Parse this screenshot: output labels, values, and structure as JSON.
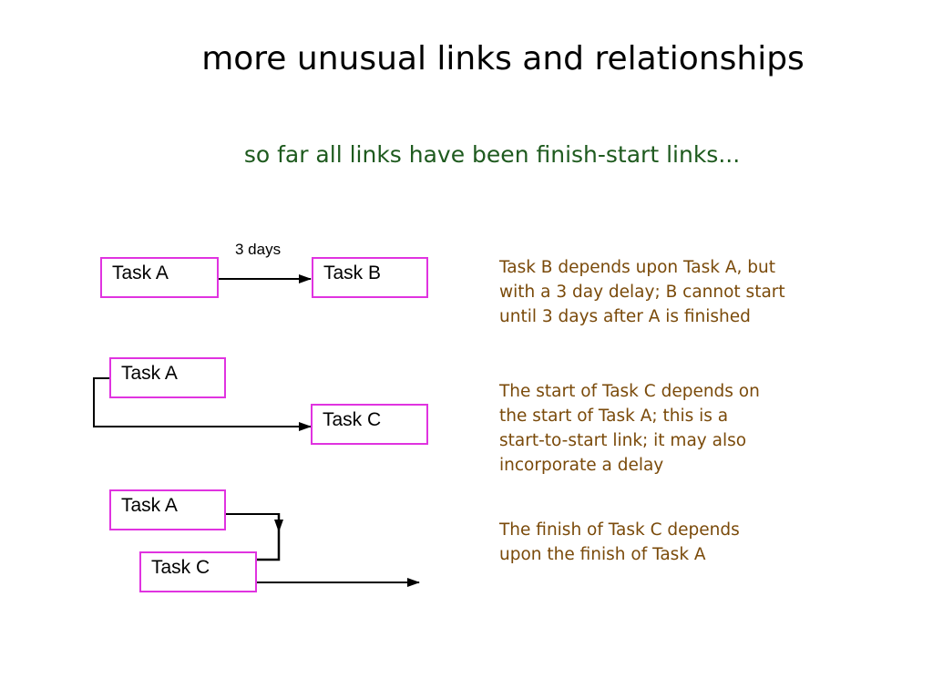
{
  "slide": {
    "title": "more unusual links and relationships",
    "subtitle": "so far all links have been finish-start links...",
    "colors": {
      "box_border": "#e033e0",
      "subtitle_text": "#1e5a1e",
      "description_text": "#7a4a0a",
      "connector": "#000000"
    }
  },
  "diagram1": {
    "task_a": "Task A",
    "task_b": "Task B",
    "delay_label": "3 days",
    "description": [
      "Task B depends upon Task A, but",
      "with a 3 day delay; B cannot start",
      "until 3 days after A is finished"
    ]
  },
  "diagram2": {
    "task_a": "Task A",
    "task_c": "Task C",
    "description": [
      "The start of Task C depends on",
      "the start of Task A; this is a",
      "start-to-start link; it may also",
      "incorporate a delay"
    ]
  },
  "diagram3": {
    "task_a": "Task A",
    "task_c": "Task C",
    "description": [
      "The finish of Task C depends",
      "upon the finish of Task A"
    ]
  }
}
